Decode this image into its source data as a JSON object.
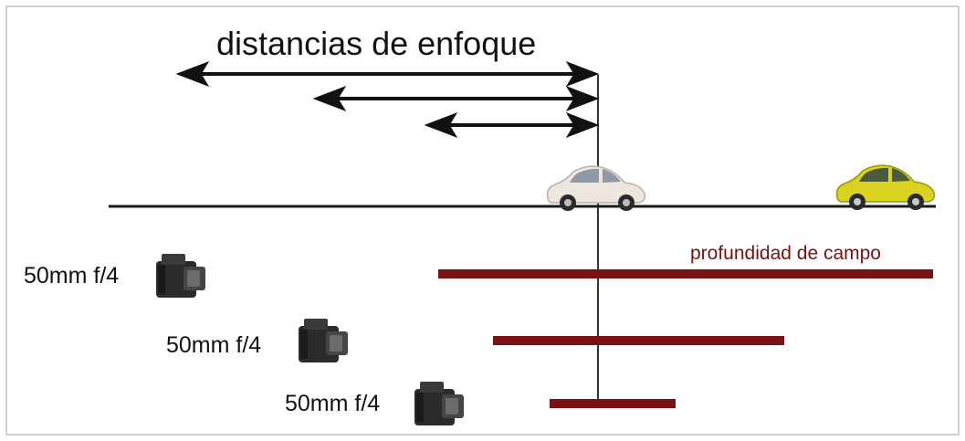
{
  "title": "distancias de enfoque",
  "dof_label": "profundidad de campo",
  "colors": {
    "arrow": "#111111",
    "ground": "#1a1a1a",
    "dof_bar": "#7a1214",
    "focus_line": "#333333",
    "car_near": "#ece6df",
    "car_far": "#d9d21e"
  },
  "cameras": [
    {
      "label": "50mm f/4",
      "icon": "camera-icon"
    },
    {
      "label": "50mm f/4",
      "icon": "camera-icon"
    },
    {
      "label": "50mm f/4",
      "icon": "camera-icon"
    }
  ],
  "cars": [
    {
      "icon": "car-icon",
      "color": "white"
    },
    {
      "icon": "car-icon",
      "color": "yellow"
    }
  ]
}
